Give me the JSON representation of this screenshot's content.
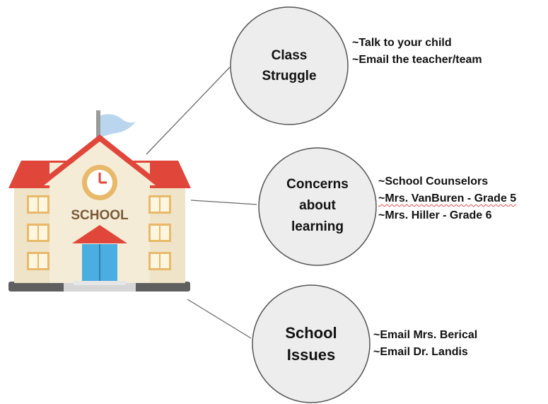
{
  "school_sign": "SCHOOL",
  "colors": {
    "circle_fill": "#ededed",
    "circle_stroke": "#555555",
    "roof_red": "#e0463a",
    "wall_cream": "#f4ecd6",
    "door_blue": "#4aaee0",
    "window_gold": "#e8b96a",
    "flag_blue": "#b9d6ee",
    "ground_gray": "#5f5f5f"
  },
  "icons": [
    "school-building-icon"
  ],
  "nodes": [
    {
      "title": "Class\nStruggle",
      "items": [
        "~Talk to your child",
        "~Email the teacher/team"
      ]
    },
    {
      "title": "Concerns\nabout\nlearning",
      "items": [
        "~School Counselors",
        "~Mrs. VanBuren - Grade 5",
        "~Mrs. Hiller - Grade 6"
      ]
    },
    {
      "title": "School\nIssues",
      "items": [
        "~Email Mrs. Berical",
        "~Email Dr. Landis"
      ]
    }
  ]
}
